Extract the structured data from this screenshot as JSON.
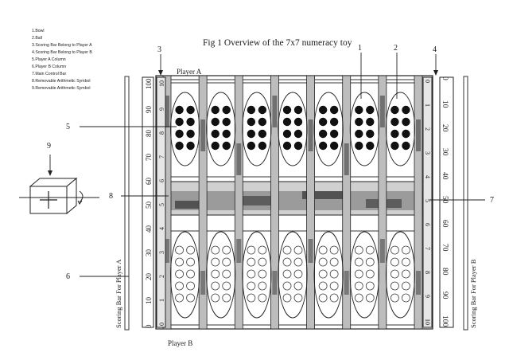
{
  "legend": {
    "items": [
      "1.Bowl",
      "2.Ball",
      "3.Scoring Bar Belong to Player A",
      "4.Scoring Bar Belong to Player B",
      "5.Player A Column",
      "6.Player B Column",
      "7.Main Control Bar",
      "8.Removable Arithmetic Symbol",
      "9.Removable Arithmetic Symbol"
    ]
  },
  "figure": {
    "title": "Fig 1 Overview of the 7x7 numeracy toy",
    "player_a": "Player A",
    "player_b": "Player B",
    "scoring_bar_a": "Scoring Bar For Player A",
    "scoring_bar_b": "Scoring Bar For Player B"
  },
  "callouts": {
    "c1": "1",
    "c2": "2",
    "c3": "3",
    "c4": "4",
    "c5": "5",
    "c6": "6",
    "c7": "7",
    "c8": "8",
    "c9": "9"
  },
  "scales": {
    "left_scale": [
      "100",
      "90",
      "80",
      "70",
      "60",
      "50",
      "40",
      "30",
      "20",
      "10",
      "0"
    ],
    "left_index": [
      "10",
      "9",
      "8",
      "7",
      "6",
      "5",
      "4",
      "3",
      "2",
      "1",
      "0"
    ],
    "right_scale": [
      "0",
      "10",
      "20",
      "30",
      "40",
      "50",
      "60",
      "70",
      "80",
      "90",
      "100"
    ],
    "right_index": [
      "0",
      "1",
      "2",
      "3",
      "4",
      "5",
      "6",
      "7",
      "8",
      "9",
      "10"
    ]
  },
  "board": {
    "columns": 7,
    "filled_balls_per_bowl": 8,
    "empty_balls_per_bowl": 10
  }
}
